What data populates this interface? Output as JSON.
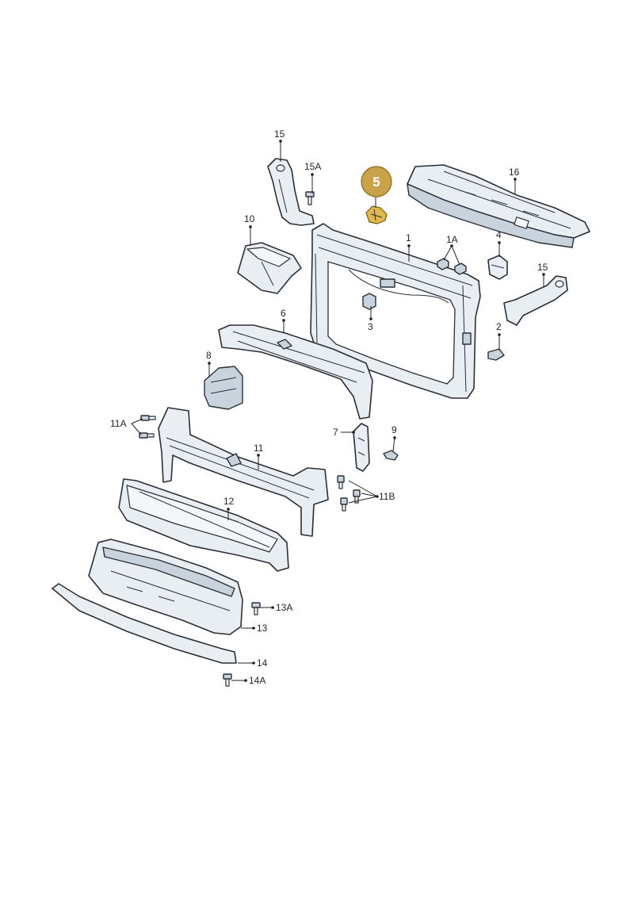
{
  "highlight": {
    "label": "5",
    "color": "#c9a24a"
  },
  "callouts": {
    "c1": "1",
    "c1a": "1A",
    "c2": "2",
    "c3": "3",
    "c4": "4",
    "c6": "6",
    "c7": "7",
    "c8": "8",
    "c9": "9",
    "c10": "10",
    "c11": "11",
    "c11a": "11A",
    "c11b": "11B",
    "c12": "12",
    "c13": "13",
    "c13a": "13A",
    "c14": "14",
    "c14a": "14A",
    "c15_top": "15",
    "c15_right": "15",
    "c15a": "15A",
    "c16": "16"
  }
}
